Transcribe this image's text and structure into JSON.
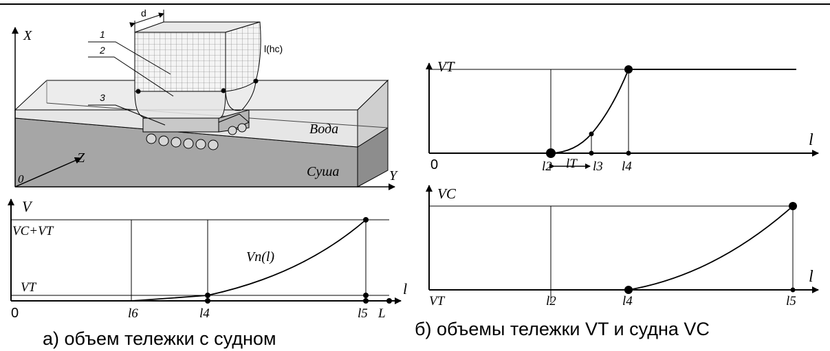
{
  "colors": {
    "ink": "#000000",
    "box_top": "#dcdcdc",
    "box_side": "#bdbdbd",
    "land": "#a9a9a9",
    "water": "#d9d9d9",
    "grid_fill": "#f1f1f1"
  },
  "scene3d": {
    "axis_x": "X",
    "axis_y": "Y",
    "axis_z": "Z",
    "origin": "0",
    "label_1": "1",
    "label_2": "2",
    "label_3": "3",
    "dim_d": "d",
    "dim_lhc": "l(hc)",
    "water_label": "Вода",
    "land_label": "Суша"
  },
  "chart_a": {
    "axis_v": "V",
    "axis_l": "l",
    "level_high": "VC+VT",
    "level_low": "VT",
    "curve": "Vn(l)",
    "origin": "0",
    "ticks": [
      "l6",
      "l4",
      "l5",
      "L"
    ],
    "caption": "а) объем тележки с судном"
  },
  "chart_vt": {
    "axis_v": "VT",
    "axis_l": "l",
    "origin": "0",
    "ticks": [
      "l2",
      "lT",
      "l3",
      "l4"
    ]
  },
  "chart_vc": {
    "axis_v": "VC",
    "axis_l": "l",
    "origin": "VT",
    "ticks": [
      "l2",
      "l4",
      "l5"
    ],
    "caption": "б) объемы тележки VT и судна VC"
  }
}
